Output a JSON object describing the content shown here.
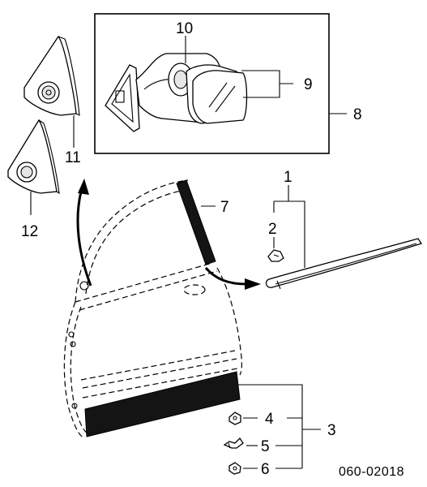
{
  "diagram": {
    "catalog_code": "060-02018",
    "callouts": {
      "c1": "1",
      "c2": "2",
      "c3": "3",
      "c4": "4",
      "c5": "5",
      "c6": "6",
      "c7": "7",
      "c8": "8",
      "c9": "9",
      "c10": "10",
      "c11": "11",
      "c12": "12"
    }
  }
}
